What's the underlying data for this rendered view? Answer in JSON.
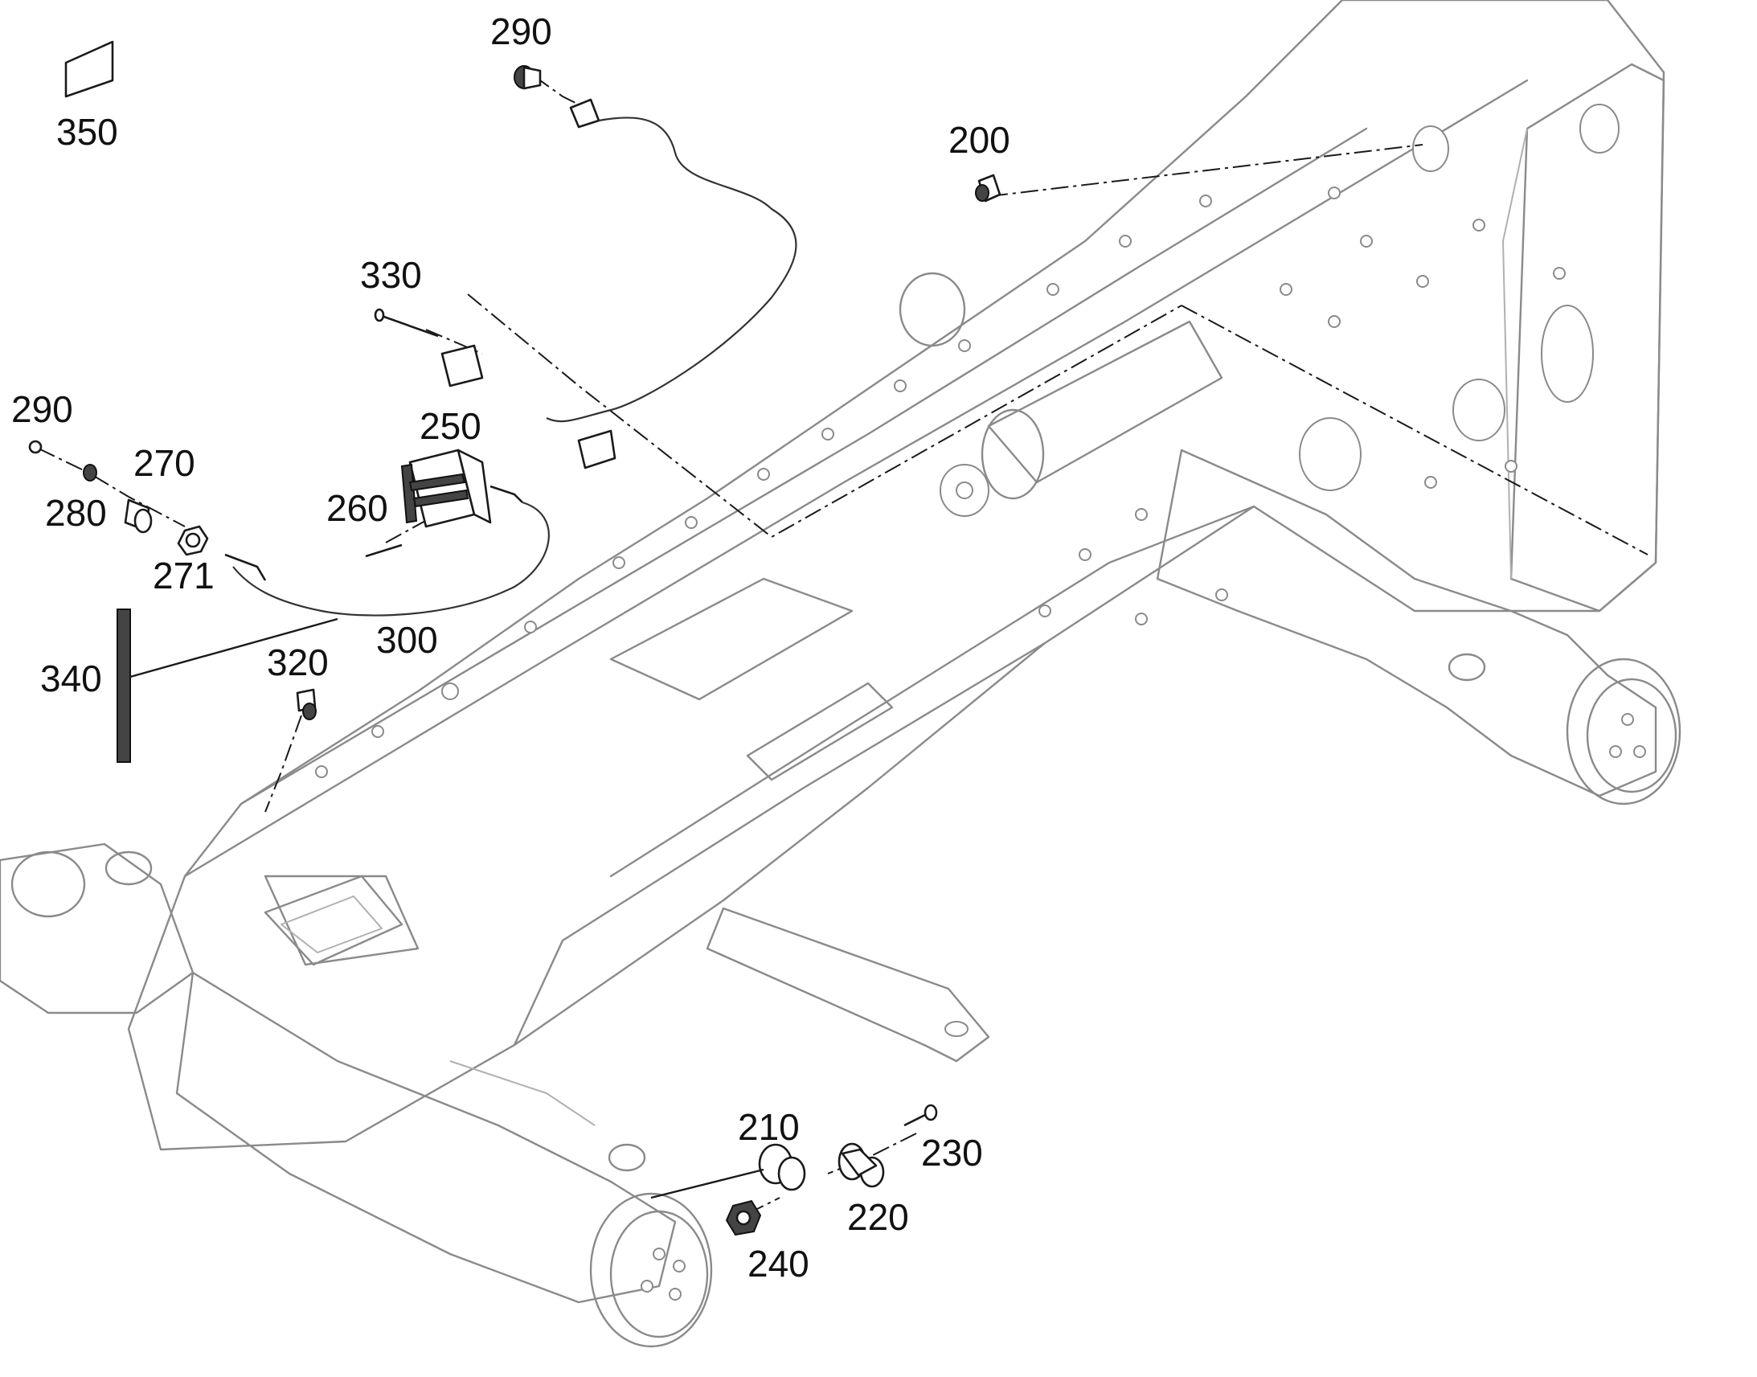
{
  "callouts": {
    "c350": "350",
    "c290a": "290",
    "c200": "200",
    "c330": "330",
    "c290b": "290",
    "c250": "250",
    "c270": "270",
    "c280": "280",
    "c260": "260",
    "c271": "271",
    "c300": "300",
    "c340": "340",
    "c320": "320",
    "c210": "210",
    "c230": "230",
    "c220": "220",
    "c240": "240"
  },
  "colors": {
    "frame_line": "#8a8a8a",
    "part_line": "#1a1a1a",
    "background": "#ffffff"
  }
}
